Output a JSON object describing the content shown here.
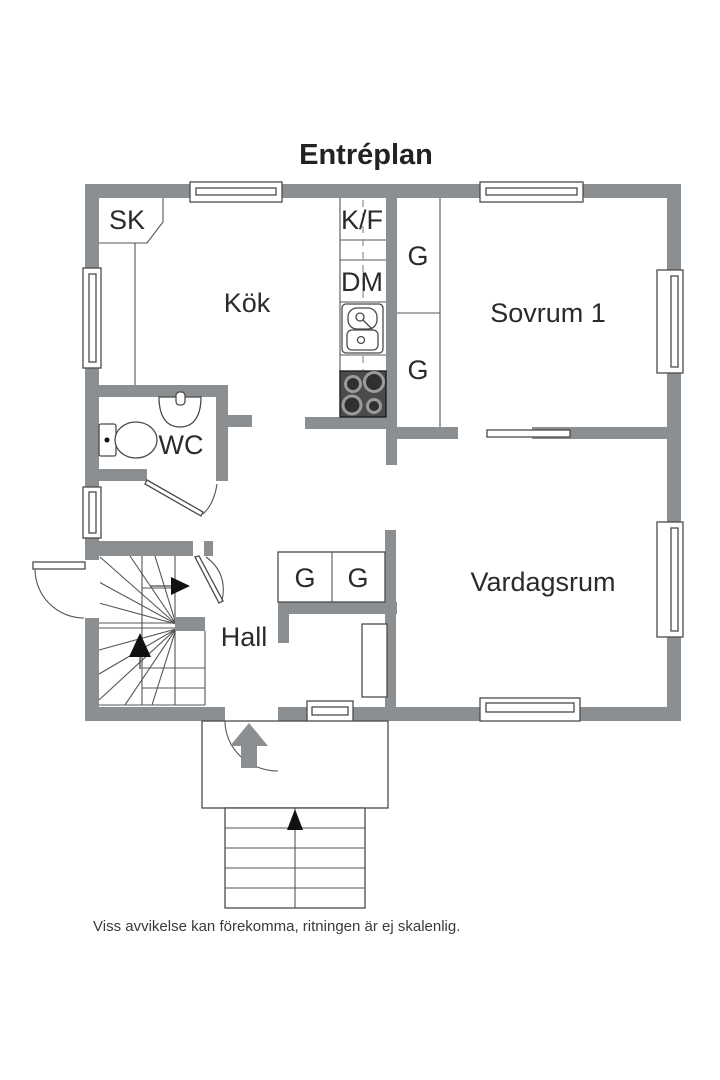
{
  "title": "Entréplan",
  "labels": {
    "sk": "SK",
    "kf": "K/F",
    "dm": "DM",
    "kok": "Kök",
    "g_kitchen_upper": "G",
    "g_kitchen_lower": "G",
    "sovrum1": "Sovrum 1",
    "wc": "WC",
    "hall": "Hall",
    "g_hall_left": "G",
    "g_hall_right": "G",
    "vardagsrum": "Vardagsrum"
  },
  "footer": {
    "disclaimer": "Viss avvikelse kan förekomma, ritningen är ej skalenlig."
  },
  "colors": {
    "wall": "#8b8f92",
    "floor": "#ffffff",
    "line": "#4a4a4a",
    "text": "#2b2b2b",
    "stove_fill": "#4b4b4b",
    "arrow_black": "#111111"
  },
  "fixtures": [
    "toilet",
    "wash-basin",
    "kitchen-sink",
    "stove",
    "interior-staircase",
    "entry-porch",
    "entry-stairs"
  ]
}
